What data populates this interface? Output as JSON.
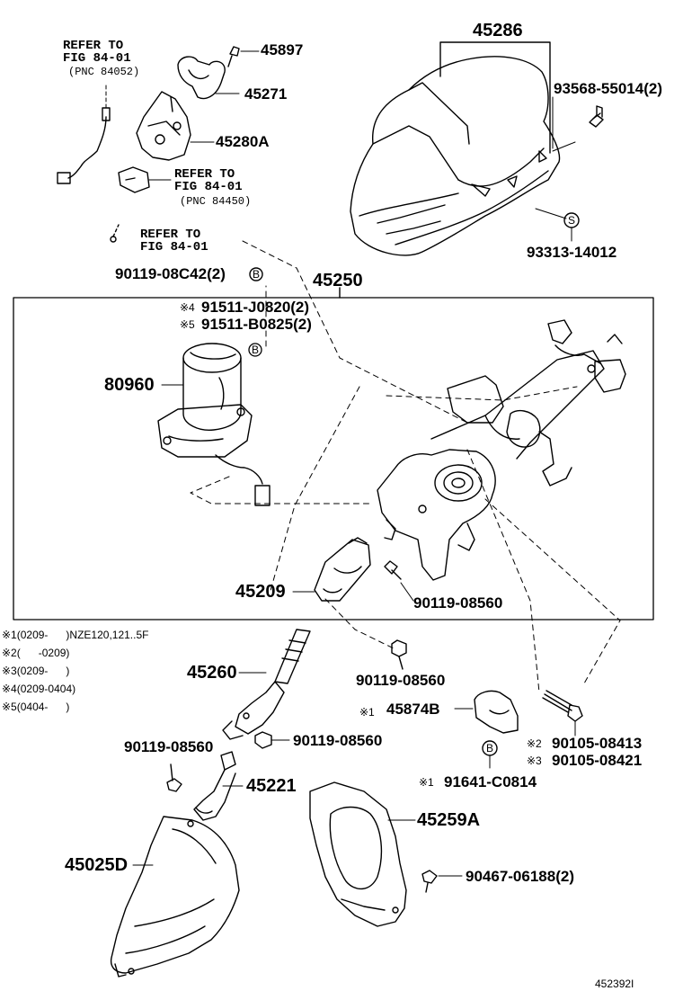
{
  "parts": {
    "p45286": "45286",
    "p45897": "45897",
    "p45271": "45271",
    "p45280A": "45280A",
    "p93568": "93568-55014(2)",
    "p93313": "93313-14012",
    "p45250": "45250",
    "p80960": "80960",
    "p90119_08C42": "90119-08C42(2)",
    "p91511_J0820": "91511-J0820(2)",
    "p91511_B0825": "91511-B0825(2)",
    "p45209": "45209",
    "p90119_08560_a": "90119-08560",
    "p90119_08560_b": "90119-08560",
    "p90119_08560_c": "90119-08560",
    "p90119_08560_d": "90119-08560",
    "p45260": "45260",
    "p45874B": "45874B",
    "p90105_08413": "90105-08413",
    "p90105_08421": "90105-08421",
    "p91641": "91641-C0814",
    "p45221": "45221",
    "p45259A": "45259A",
    "p45025D": "45025D",
    "p90467": "90467-06188(2)"
  },
  "refs": {
    "r1_line1": "REFER TO",
    "r1_line2": "FIG 84-01",
    "r1_line3": "(PNC 84052)",
    "r2_line1": "REFER TO",
    "r2_line2": "FIG 84-01",
    "r2_line3": "(PNC 84450)",
    "r3_line1": "REFER TO",
    "r3_line2": "FIG 84-01"
  },
  "marks": {
    "m4": "※4",
    "m5": "※5",
    "m1a": "※1",
    "m2": "※2",
    "m3": "※3",
    "m1b": "※1",
    "circB": "B",
    "circS": "S"
  },
  "notes": [
    "※1(0209-      )NZE120,121..5F",
    "※2(      -0209)",
    "※3(0209-      )",
    "※4(0209-0404)",
    "※5(0404-      )"
  ],
  "figure_id": "452392I"
}
